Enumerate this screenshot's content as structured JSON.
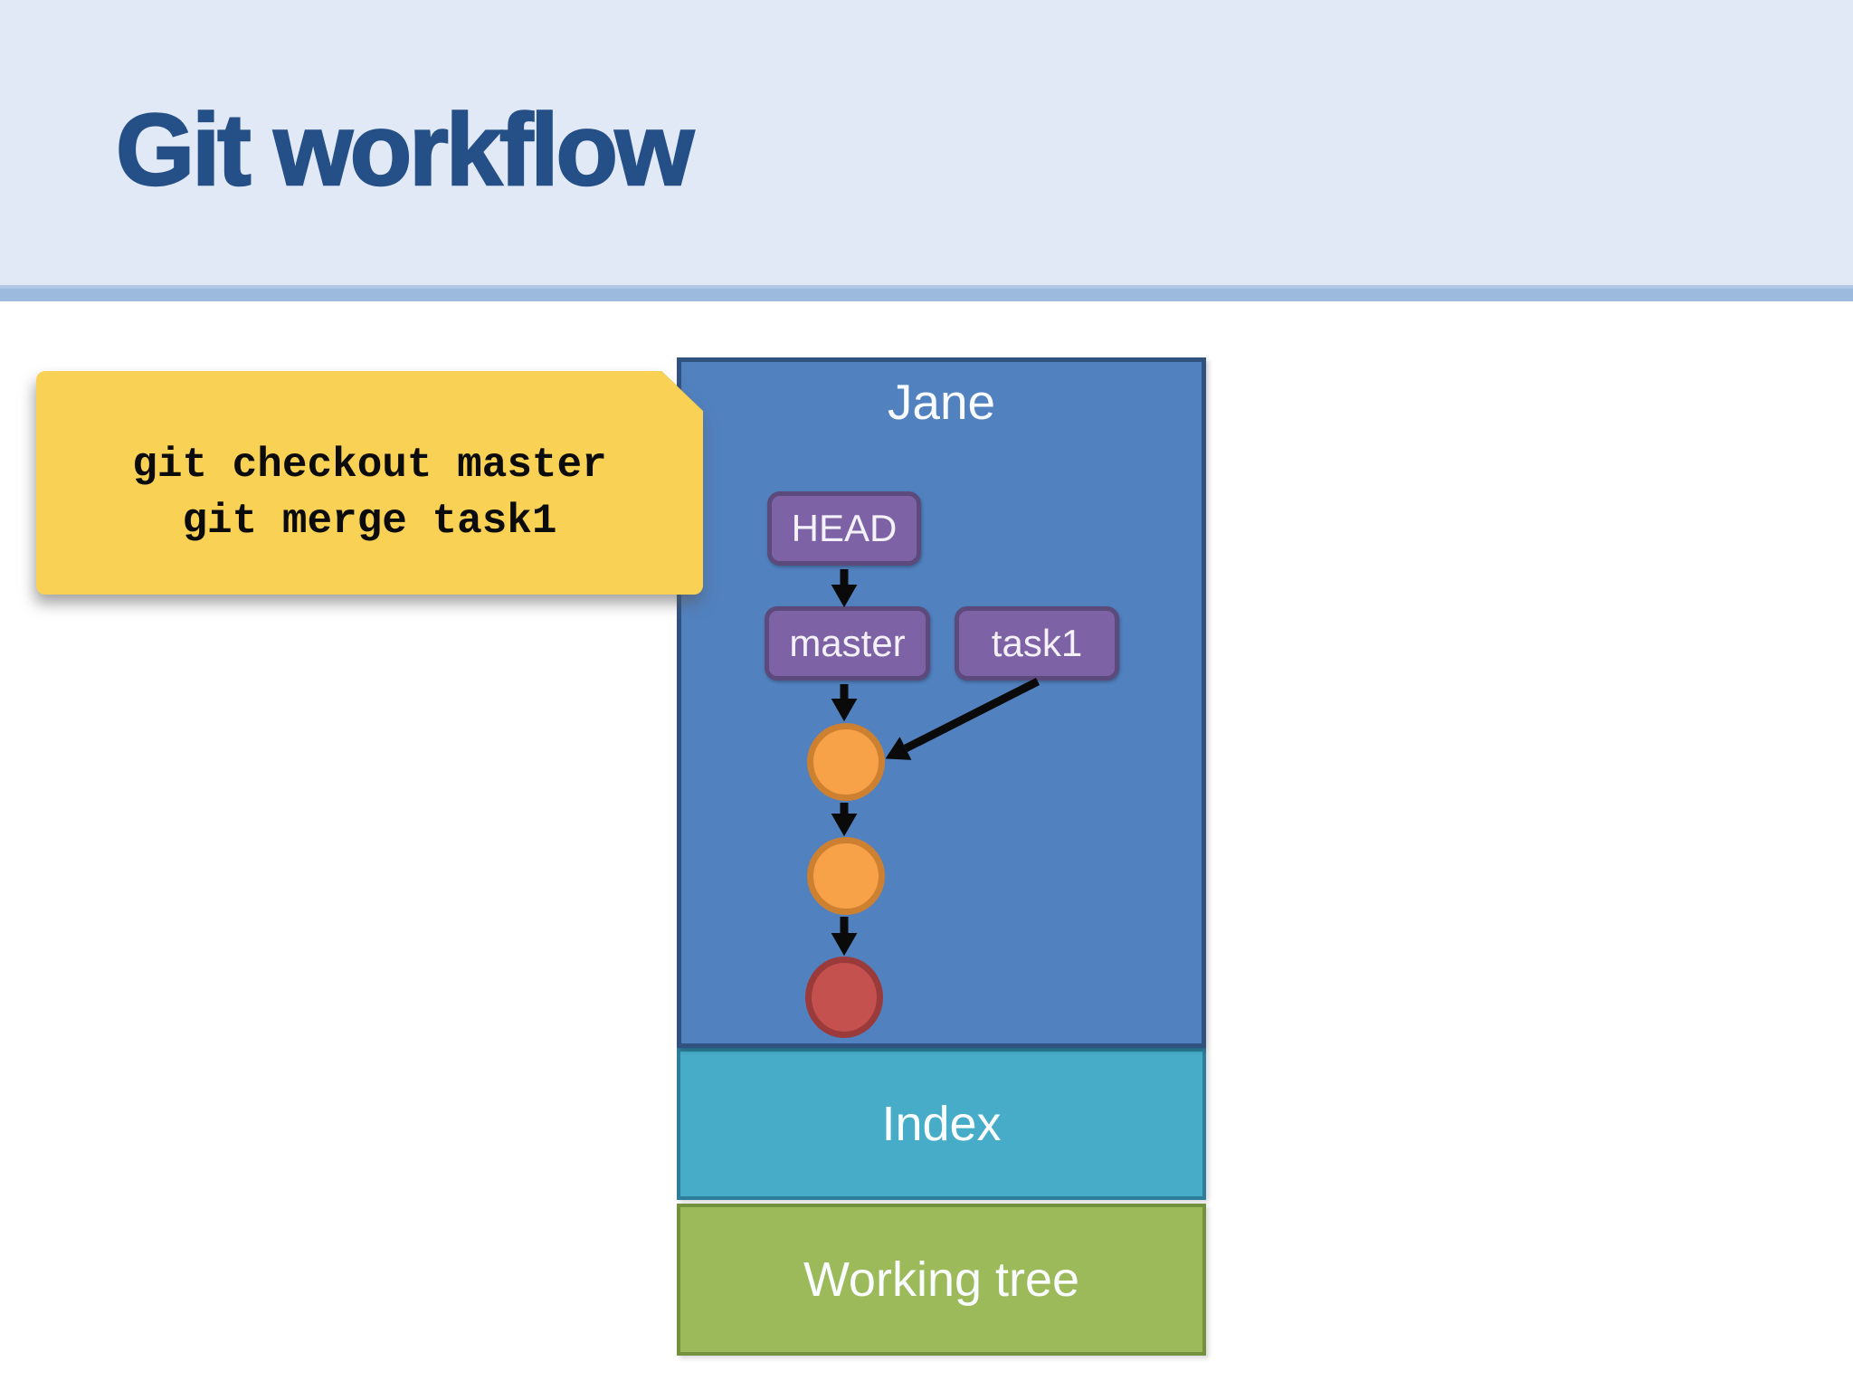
{
  "slide": {
    "title": "Git workflow"
  },
  "callout": {
    "lines": [
      "git checkout master",
      "git merge task1"
    ]
  },
  "repo_panel": {
    "owner": "Jane",
    "head_ref": "HEAD",
    "branches": [
      "master",
      "task1"
    ],
    "commit_nodes": [
      {
        "state": "committed",
        "color": "#F7A149"
      },
      {
        "state": "committed",
        "color": "#F7A149"
      },
      {
        "state": "initial",
        "color": "#C5514E"
      }
    ],
    "arrows": [
      "HEAD to master",
      "master to top commit",
      "task1 to top commit",
      "top commit to middle commit",
      "middle commit to bottom commit"
    ]
  },
  "sections": {
    "index_label": "Index",
    "working_tree_label": "Working tree"
  },
  "colors": {
    "title_text": "#254F87",
    "header_bg": "#E2E9F6",
    "divider": "#9CB9DE",
    "callout_bg": "#F9D154",
    "repo_bg": "#5181BF",
    "repo_border": "#31517E",
    "ref_bg": "#7D63A5",
    "ref_border": "#5D4A7D",
    "commit_orange": "#F7A149",
    "commit_orange_border": "#CD8130",
    "commit_red": "#C5514E",
    "commit_red_border": "#9A3A3A",
    "index_bg": "#47ACC8",
    "working_tree_bg": "#9CBA59",
    "arrow": "#0A0A0A"
  }
}
